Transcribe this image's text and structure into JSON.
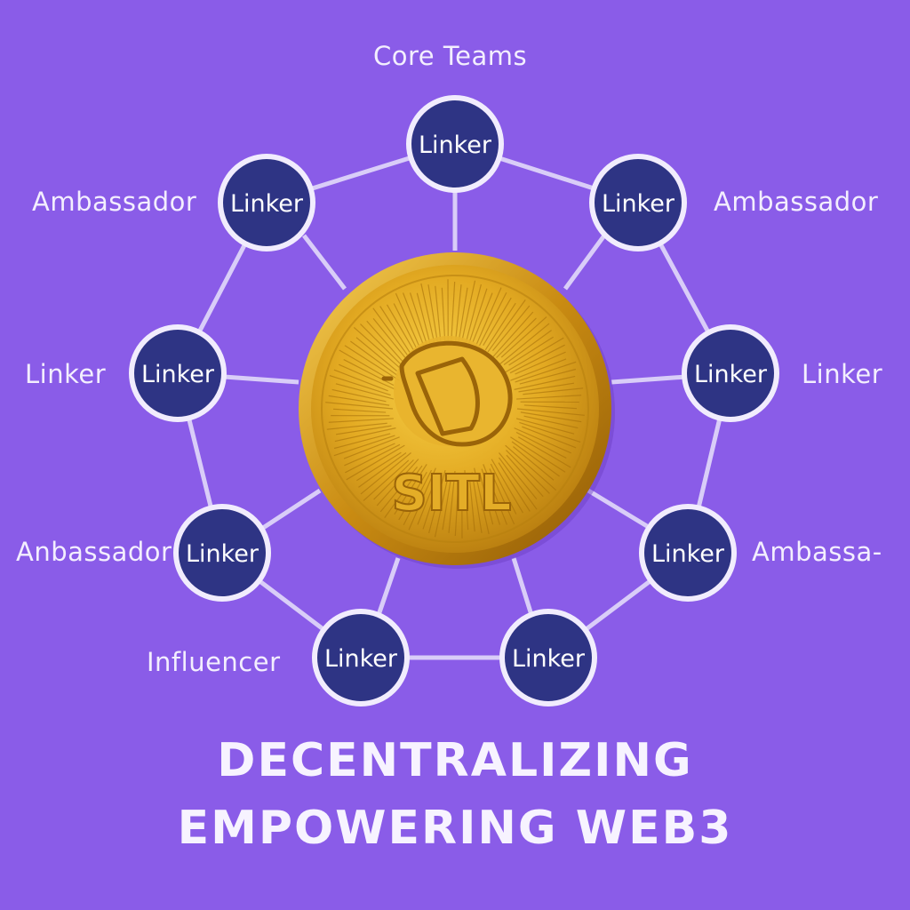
{
  "colors": {
    "background": "#8a5ce8",
    "node_fill": "#2e3484",
    "node_ring": "#f1ecfd",
    "connector": "#d9cdf8",
    "text": "#f3eefe",
    "coin_gold": "#e3aa22",
    "coin_dark": "#a36c08"
  },
  "center": {
    "coin_text": "SITL",
    "icon": "leaf-drop-logo-icon"
  },
  "nodes": [
    {
      "id": "top",
      "text": "Linker"
    },
    {
      "id": "upper-right",
      "text": "Linker"
    },
    {
      "id": "right",
      "text": "Linker"
    },
    {
      "id": "lower-right",
      "text": "Linker"
    },
    {
      "id": "bottom-right",
      "text": "Linker"
    },
    {
      "id": "bottom-left",
      "text": "Linker"
    },
    {
      "id": "lower-left",
      "text": "Linker"
    },
    {
      "id": "left",
      "text": "Linker"
    },
    {
      "id": "upper-left",
      "text": "Linker"
    }
  ],
  "labels": {
    "top": "Core Teams",
    "upper_right": "Ambassador",
    "right": "Linker",
    "lower_right": "Ambassa-",
    "bottom_left": "Influencer",
    "lower_left": "Anbassador",
    "left": "Linker",
    "upper_left": "Ambassador"
  },
  "headline": {
    "line1": "DECENTRALIZING",
    "line2": "EMPOWERING WEB3"
  }
}
